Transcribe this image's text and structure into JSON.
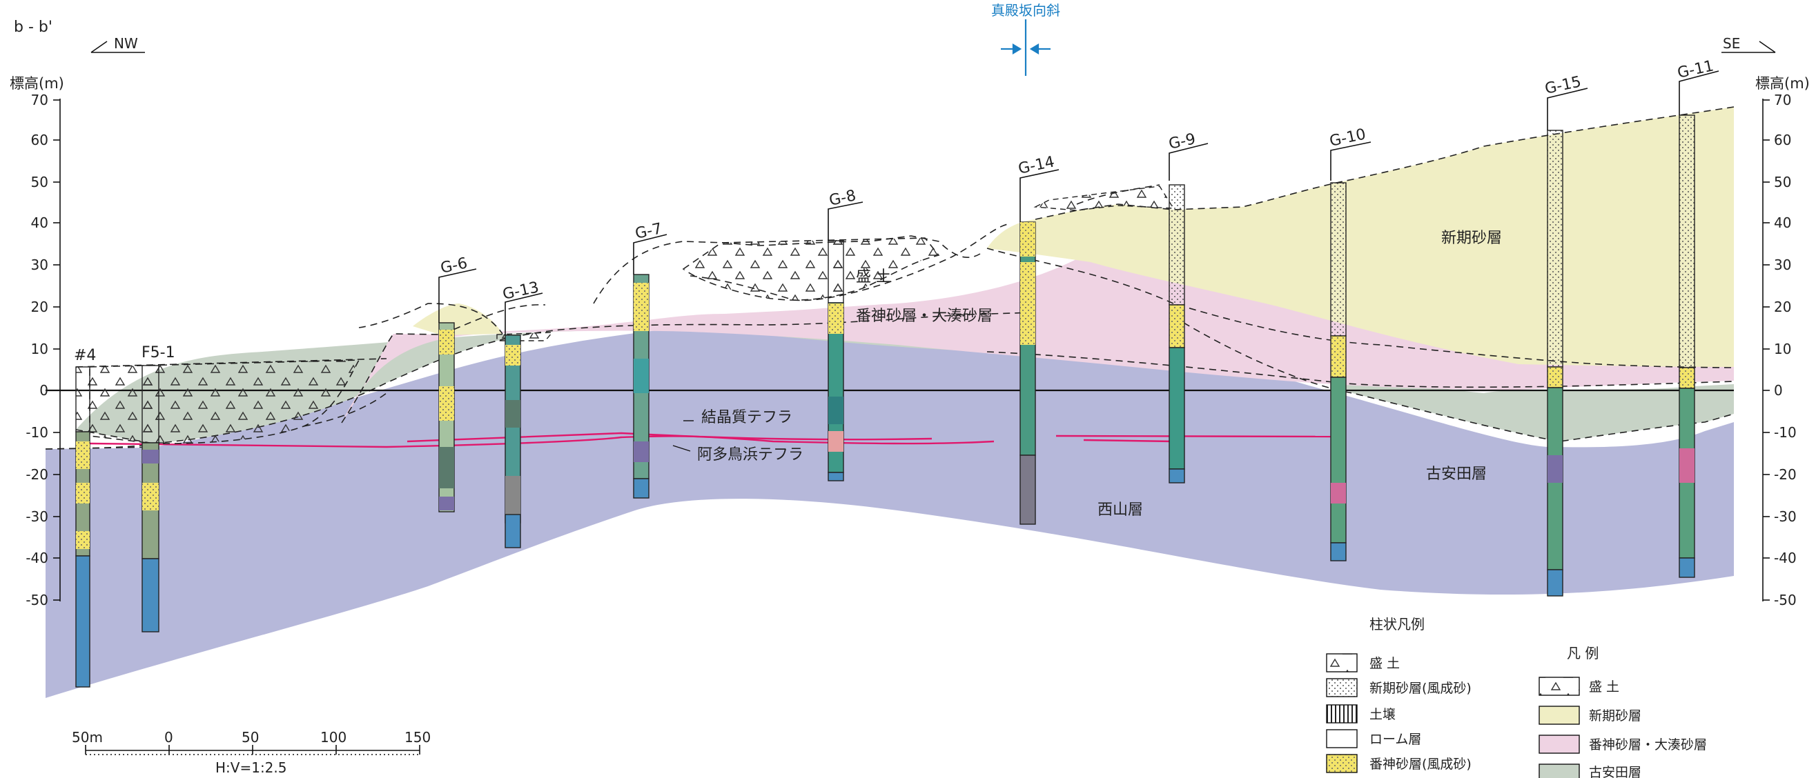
{
  "section_label": "b - b'",
  "dir_left": "NW",
  "dir_right": "SE",
  "syncline_label": "真殿坂向斜",
  "elev_unit_left": "標高(m)",
  "elev_unit_right": "標高(m)",
  "elev_ticks": [
    "70",
    "60",
    "50",
    "40",
    "30",
    "20",
    "10",
    "0",
    "-10",
    "-20",
    "-30",
    "-40",
    "-50"
  ],
  "boreholes": [
    "#4",
    "F5-1",
    "G-6",
    "G-13",
    "G-7",
    "G-8",
    "G-14",
    "G-9",
    "G-10",
    "G-15",
    "G-11"
  ],
  "units": {
    "fill": "盛 土",
    "banjin": "番神砂層・大湊砂層",
    "shinki": "新期砂層",
    "koyasuda": "古安田層",
    "nishiyama": "西山層"
  },
  "tephra": {
    "crystal": "結晶質テフラ",
    "atatorihama": "阿多鳥浜テフラ"
  },
  "scale": {
    "ticks": [
      "50m",
      "0",
      "50",
      "100",
      "150"
    ],
    "ratio": "H:V=1:2.5"
  },
  "column_legend": {
    "title": "柱状凡例",
    "items": [
      "盛 土",
      "新期砂層(風成砂)",
      "土壌",
      "ローム層",
      "番神砂層(風成砂)"
    ]
  },
  "unit_legend": {
    "title": "凡 例",
    "items": [
      "盛 土",
      "新期砂層",
      "番神砂層・大湊砂層",
      "古安田層"
    ]
  },
  "colors": {
    "shinki": "#f0eec4",
    "banjin": "#efd3e3",
    "koyasuda": "#c7d3c6",
    "nishiyama": "#b6b8da",
    "tephra": "#e0186c",
    "syncline": "#1a7fc4"
  }
}
